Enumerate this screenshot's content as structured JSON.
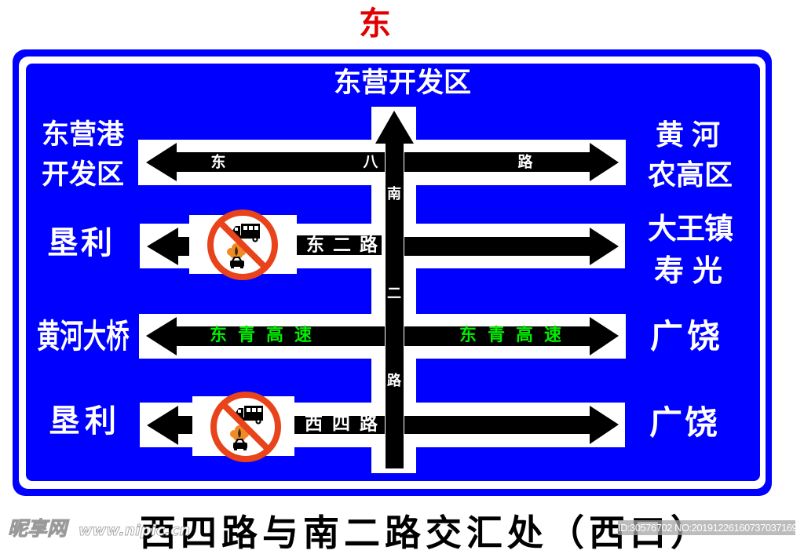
{
  "direction_label": "东",
  "sign": {
    "colors": {
      "panel": "#0000FF",
      "border_stripe": "#FFFFFF",
      "arrow": "#000000",
      "text": "#FFFFFF",
      "highway_text": "#00EE00",
      "prohibition_red": "#E8431A",
      "direction_label": "#E00000"
    },
    "straight_destination": "东营开发区",
    "vertical_road_chars": [
      "南",
      "二",
      "路"
    ],
    "rows": [
      {
        "left_destination": [
          "东营港",
          "开发区"
        ],
        "right_destination": [
          "黄河",
          "农高区"
        ],
        "road_chars": [
          "东",
          "八",
          "路"
        ]
      },
      {
        "left_destination": [
          "垦利"
        ],
        "right_destination": [
          "大王镇",
          "寿光"
        ],
        "road_name": "东二路",
        "left_prohibition_icon": "no-trucks-no-hazmat-icon"
      },
      {
        "left_destination": [
          "黄河大桥"
        ],
        "right_destination": [
          "广饶"
        ],
        "road_name_left": "东青高速",
        "road_name_right": "东青高速"
      },
      {
        "left_destination": [
          "垦利"
        ],
        "right_destination": [
          "广饶"
        ],
        "road_name": "西四路",
        "left_prohibition_icon": "no-trucks-no-hazmat-icon"
      }
    ]
  },
  "caption": "西四路与南二路交汇处（西口）",
  "watermark": {
    "site_name": "昵享网",
    "site_url": "www.nipic.cn",
    "id_text": "ID:30576702 NO:20191226160737037169"
  }
}
